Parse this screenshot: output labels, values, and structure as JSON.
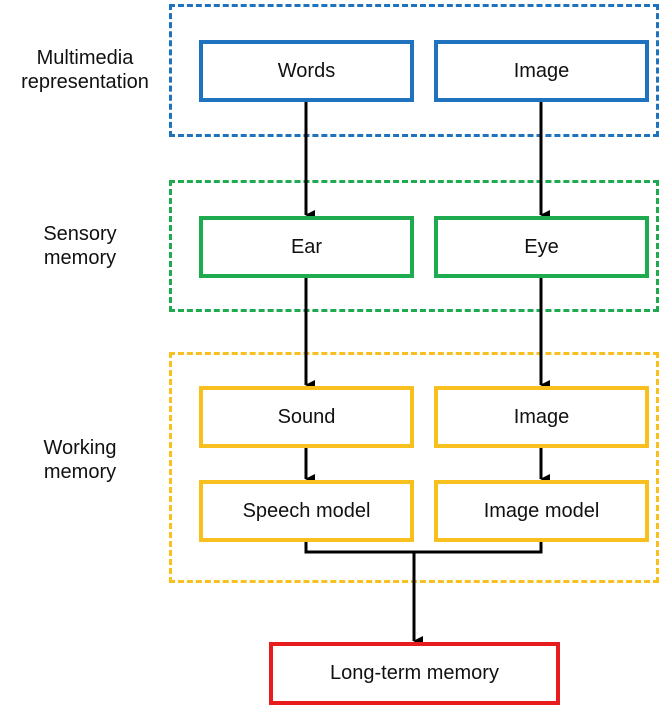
{
  "colors": {
    "multimedia": "#1f72bd",
    "sensory": "#1eaa4e",
    "working": "#f8c01e",
    "long_term": "#e81c1c",
    "arrow": "#000000"
  },
  "layers": {
    "multimedia": {
      "label": "Multimedia\nrepresentation",
      "left": "Words",
      "right": "Image"
    },
    "sensory": {
      "label": "Sensory\nmemory",
      "left": "Ear",
      "right": "Eye"
    },
    "working": {
      "label": "Working\nmemory",
      "left_top": "Sound",
      "right_top": "Image",
      "left_bottom": "Speech model",
      "right_bottom": "Image model"
    }
  },
  "output": {
    "label": "Long-term memory"
  }
}
